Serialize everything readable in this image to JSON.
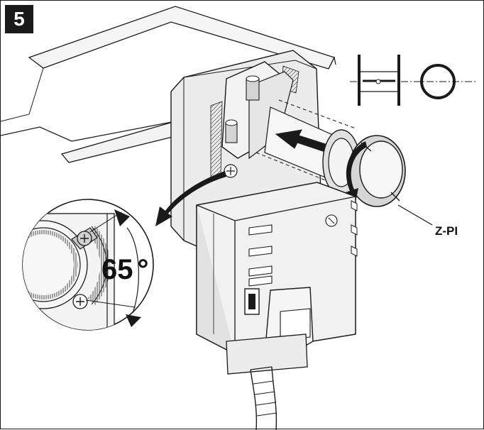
{
  "step": {
    "number": "5"
  },
  "callouts": {
    "accessory_label": "Z-PI",
    "angle_value": "65",
    "angle_unit": "°"
  },
  "colors": {
    "line": "#1a1a1a",
    "face_light": "#f3f3f3",
    "face_mid": "#d9d9d9",
    "face_dark": "#bdbdbd",
    "badge_bg": "#1a1a1a",
    "badge_text": "#ffffff"
  },
  "icons": [
    "rotate-arrow-icon",
    "push-arrow-icon",
    "zoom-arrow-icon",
    "angle-arrow-icon"
  ]
}
